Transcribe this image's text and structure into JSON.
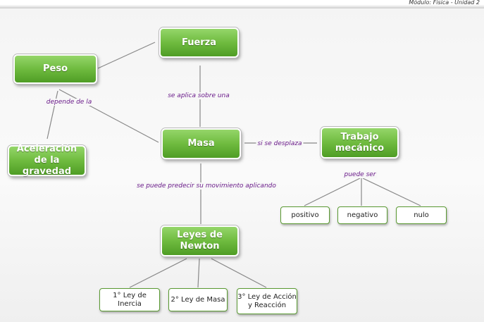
{
  "header": {
    "module_label": "Módulo: Física - Unidad 2"
  },
  "colors": {
    "node_green": "#6fbb3f",
    "link_label_purple": "#6a1b8a",
    "line_gray": "#888888"
  },
  "nodes": {
    "fuerza": "Fuerza",
    "peso": "Peso",
    "masa": "Masa",
    "aceleracion": "Aceleración de la gravedad",
    "trabajo": "Trabajo mecánico",
    "leyes": "Leyes de Newton",
    "positivo": "positivo",
    "negativo": "negativo",
    "nulo": "nulo",
    "ley1": "1° Ley de Inercia",
    "ley2": "2° Ley de Masa",
    "ley3": "3° Ley de Acción y Reacción"
  },
  "links": {
    "aplica": "se aplica sobre una",
    "depende": "depende de la",
    "desplaza": "si se desplaza",
    "puede_ser": "puede ser",
    "predecir": "se puede predecir su movimiento aplicando"
  }
}
